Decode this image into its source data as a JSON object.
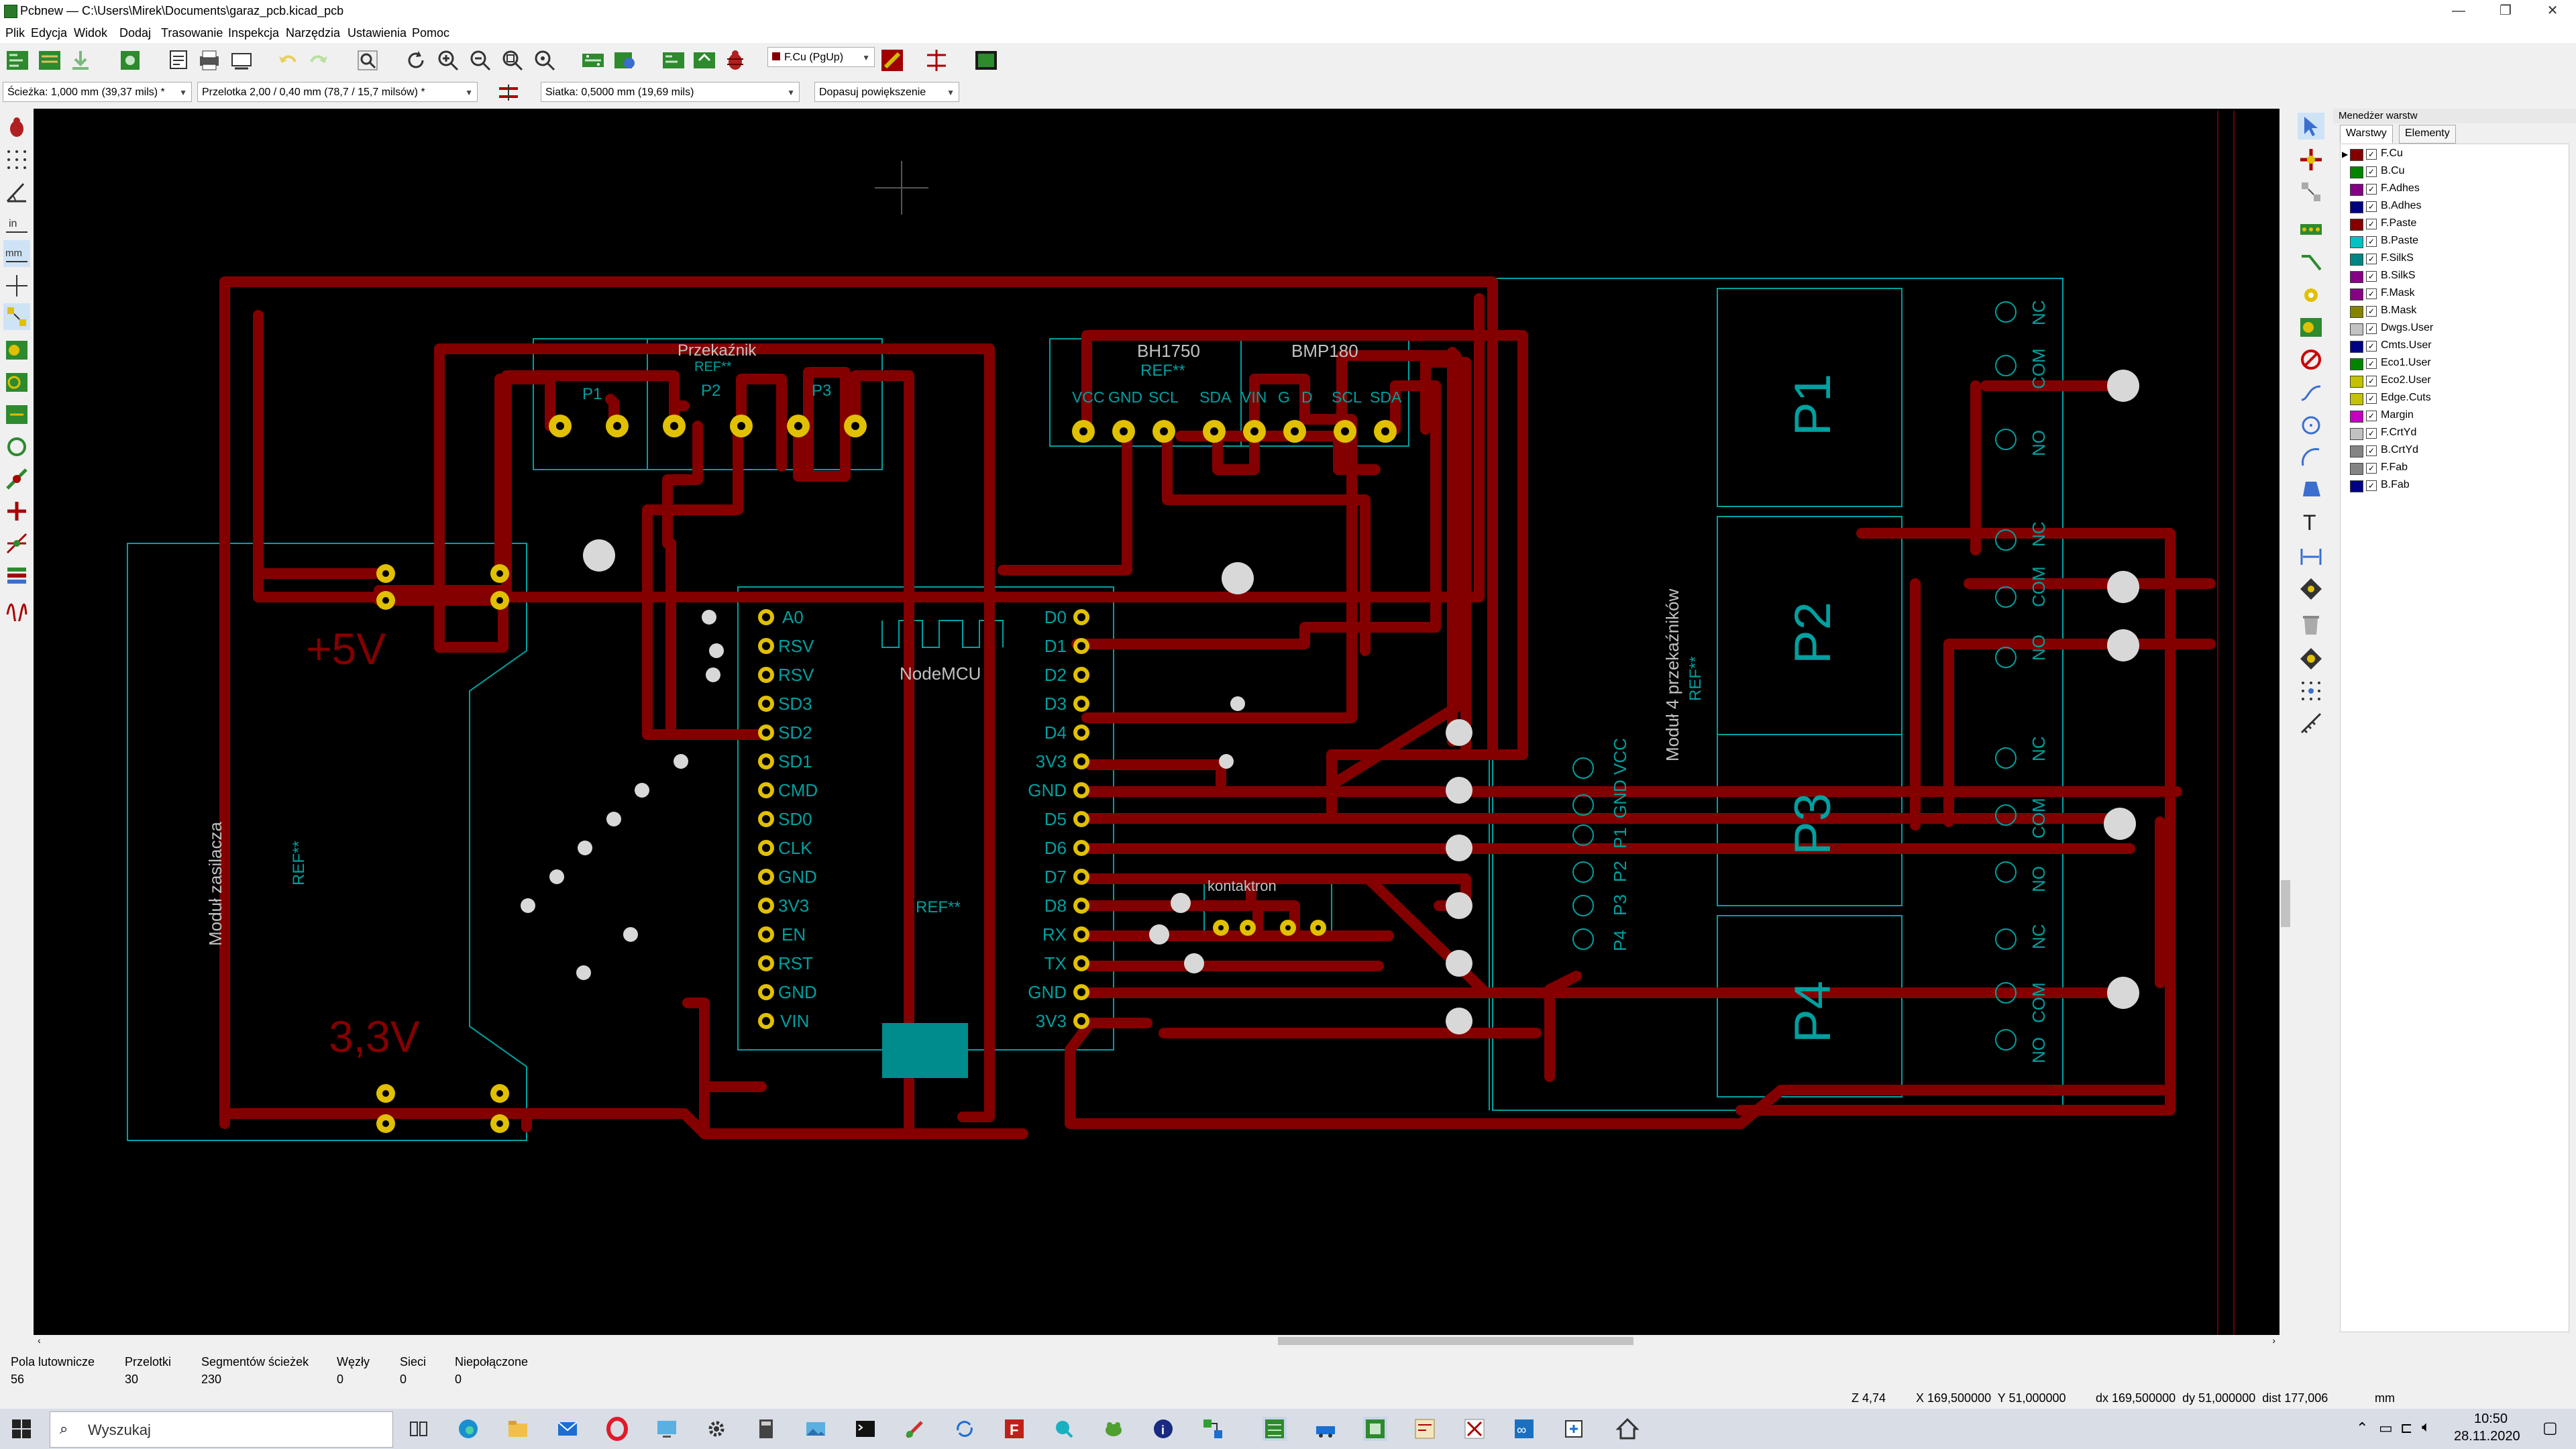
{
  "window": {
    "title": "Pcbnew — C:\\Users\\Mirek\\Documents\\garaz_pcb.kicad_pcb"
  },
  "menu": [
    "Plik",
    "Edycja",
    "Widok",
    "Dodaj",
    "Trasowanie",
    "Inspekcja",
    "Narzędzia",
    "Ustawienia",
    "Pomoc"
  ],
  "toolbar": {
    "layer_select": "F.Cu (PgUp)",
    "track_width": "Ścieżka: 1,000 mm (39,37 mils) *",
    "via_size": "Przelotka 2,00 / 0,40 mm (78,7 / 15,7 milsów) *",
    "grid": "Siatka: 0,5000 mm (19,69 mils)",
    "zoom": "Dopasuj powiększenie"
  },
  "layers_panel": {
    "title": "Menedżer warstw",
    "tabs": [
      "Warstwy",
      "Elementy"
    ],
    "active_tab": "Warstwy",
    "layers": [
      {
        "name": "F.Cu",
        "color": "#840000",
        "current": true
      },
      {
        "name": "B.Cu",
        "color": "#008400"
      },
      {
        "name": "F.Adhes",
        "color": "#840084"
      },
      {
        "name": "B.Adhes",
        "color": "#000084"
      },
      {
        "name": "F.Paste",
        "color": "#840000"
      },
      {
        "name": "B.Paste",
        "color": "#00c2c2"
      },
      {
        "name": "F.SilkS",
        "color": "#008484"
      },
      {
        "name": "B.SilkS",
        "color": "#840084"
      },
      {
        "name": "F.Mask",
        "color": "#840084"
      },
      {
        "name": "B.Mask",
        "color": "#848400"
      },
      {
        "name": "Dwgs.User",
        "color": "#c2c2c2"
      },
      {
        "name": "Cmts.User",
        "color": "#000084"
      },
      {
        "name": "Eco1.User",
        "color": "#008400"
      },
      {
        "name": "Eco2.User",
        "color": "#c2c200"
      },
      {
        "name": "Edge.Cuts",
        "color": "#c2c200"
      },
      {
        "name": "Margin",
        "color": "#c200c2"
      },
      {
        "name": "F.CrtYd",
        "color": "#c2c2c2"
      },
      {
        "name": "B.CrtYd",
        "color": "#848484"
      },
      {
        "name": "F.Fab",
        "color": "#848484"
      },
      {
        "name": "B.Fab",
        "color": "#000084"
      }
    ]
  },
  "board": {
    "labels": {
      "plus5": "+5V",
      "plus33": "3,3V",
      "nodemcu": "NodeMCU",
      "bh1750": "BH1750",
      "bmp180": "BMP180",
      "ref": "REF**",
      "p1": "P1",
      "p2": "P2",
      "p3": "P3",
      "p4": "P4",
      "relay_module": "Moduł 4 przekaźników",
      "power_module": "Moduł zasilacza",
      "kontaktron": "kontaktron",
      "mfrnum": "Przekaźnik",
      "bh_pins": [
        "VCC",
        "GND",
        "SCL",
        "SDA"
      ],
      "bmp_pins": [
        "VIN",
        "G",
        "D",
        "SCL",
        "SDA"
      ],
      "conn_pins": [
        "P1",
        "P2",
        "P3"
      ],
      "left_pins": [
        "A0",
        "RSV",
        "RSV",
        "SD3",
        "SD2",
        "SD1",
        "CMD",
        "SD0",
        "CLK",
        "GND",
        "3V3",
        "EN",
        "RST",
        "GND",
        "VIN"
      ],
      "right_pins": [
        "D0",
        "D1",
        "D2",
        "D3",
        "D4",
        "3V3",
        "GND",
        "D5",
        "D6",
        "D7",
        "D8",
        "RX",
        "TX",
        "GND",
        "3V3"
      ],
      "relay_in_pins": [
        "VCC",
        "GND",
        "P1",
        "P2",
        "P3",
        "P4"
      ],
      "relay_terms": [
        "NC",
        "COM",
        "NO"
      ]
    }
  },
  "status": {
    "items": [
      {
        "label": "Pola lutownicze",
        "value": "56"
      },
      {
        "label": "Przelotki",
        "value": "30"
      },
      {
        "label": "Segmentów ścieżek",
        "value": "230"
      },
      {
        "label": "Węzły",
        "value": "0"
      },
      {
        "label": "Sieci",
        "value": "0"
      },
      {
        "label": "Niepołączone",
        "value": "0"
      }
    ],
    "zoom": "Z 4,74",
    "xy": "X 169,500000  Y 51,000000",
    "delta": "dx 169,500000  dy 51,000000  dist 177,006",
    "units": "mm"
  },
  "taskbar": {
    "search_placeholder": "Wyszukaj",
    "time": "10:50",
    "date": "28.11.2020"
  }
}
